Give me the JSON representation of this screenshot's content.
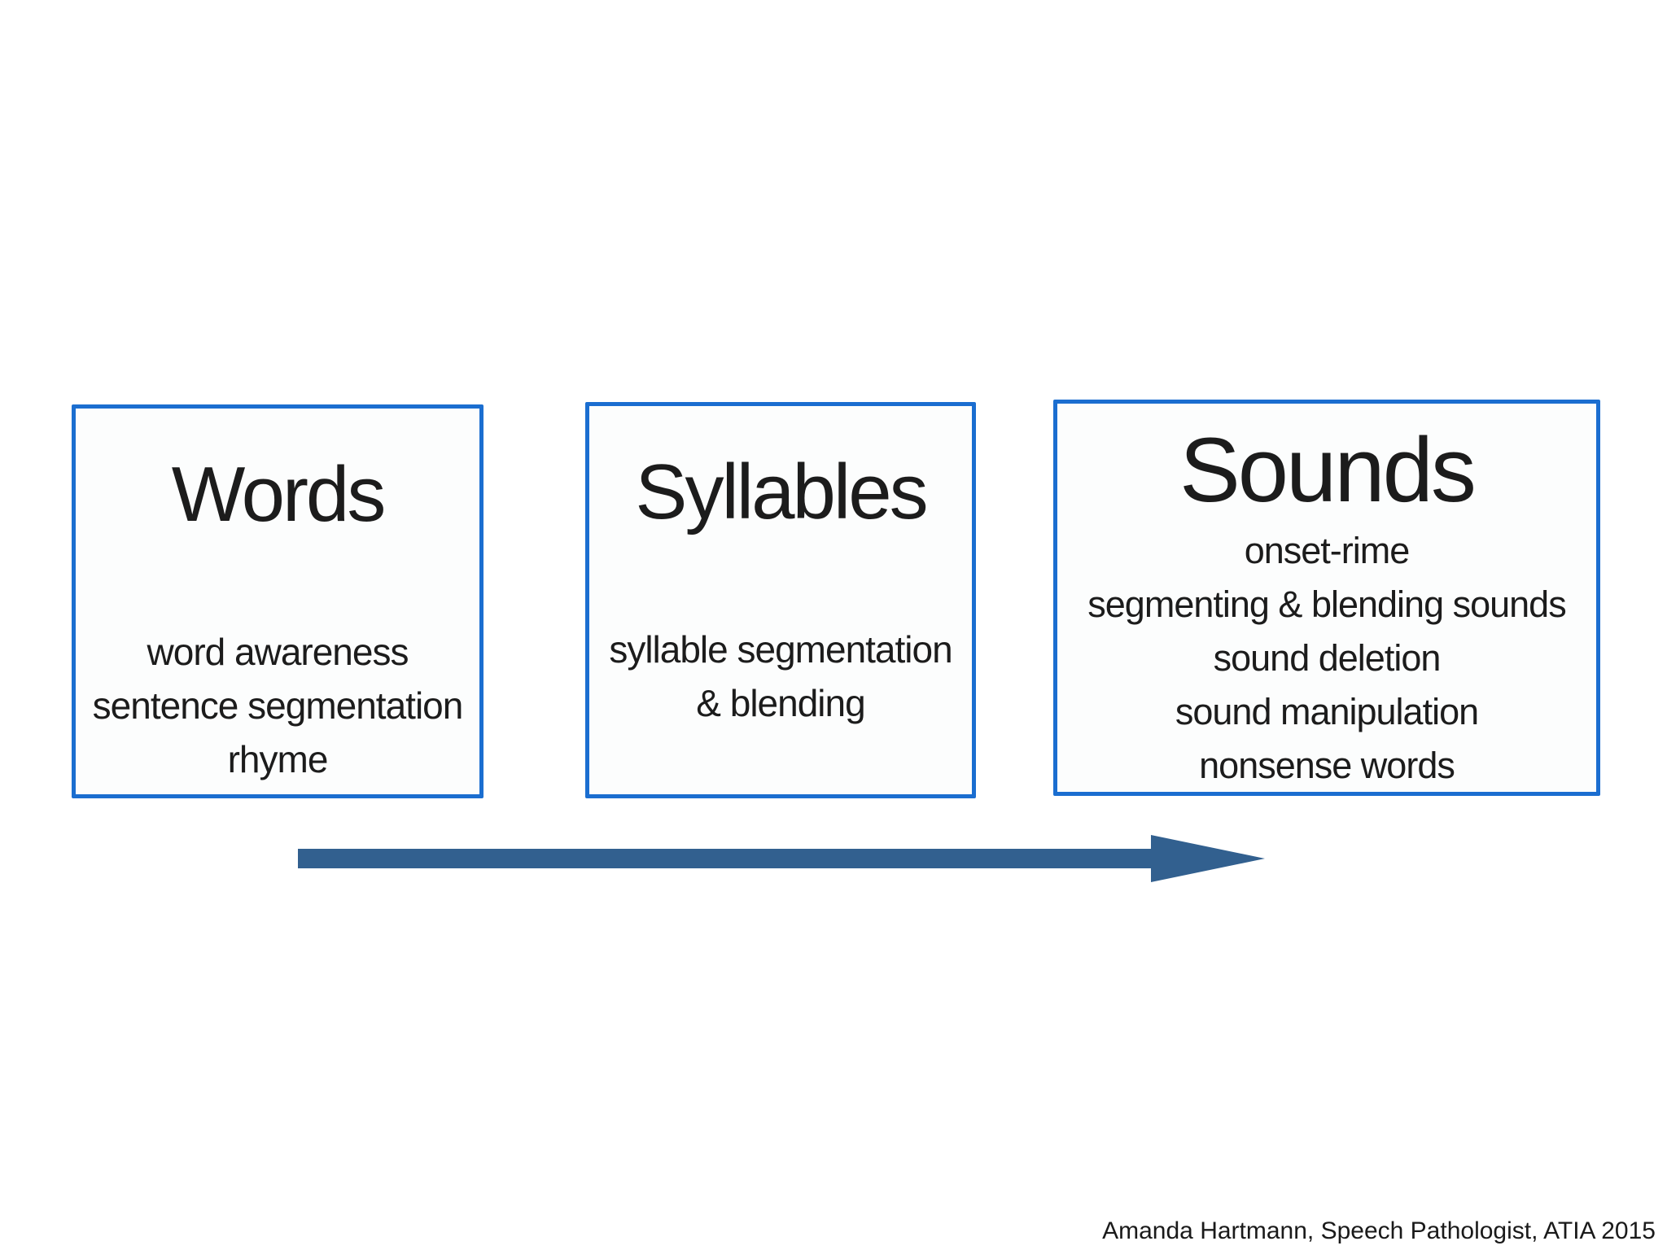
{
  "slide": {
    "type": "presentation-diagram",
    "background": "#ffffff"
  },
  "boxes": [
    {
      "id": "words",
      "title": "Words",
      "lines": [
        "word awareness",
        "sentence segmentation",
        "rhyme"
      ]
    },
    {
      "id": "syllables",
      "title": "Syllables",
      "lines": [
        "syllable segmentation",
        "& blending"
      ]
    },
    {
      "id": "sounds",
      "title": "Sounds",
      "lines": [
        "onset-rime",
        "segmenting & blending sounds",
        "sound deletion",
        "sound manipulation",
        "nonsense words"
      ]
    }
  ],
  "arrow": {
    "direction": "left-to-right",
    "meaning": "progression from words to syllables to sounds"
  },
  "footer": {
    "credit": "Amanda Hartmann, Speech Pathologist, ATIA 2015"
  },
  "colors": {
    "box_border": "#1b6ed0",
    "arrow": "#32608f",
    "text": "#1c1c1c",
    "box_background": "#fcfdfd",
    "slide_background": "#ffffff"
  }
}
